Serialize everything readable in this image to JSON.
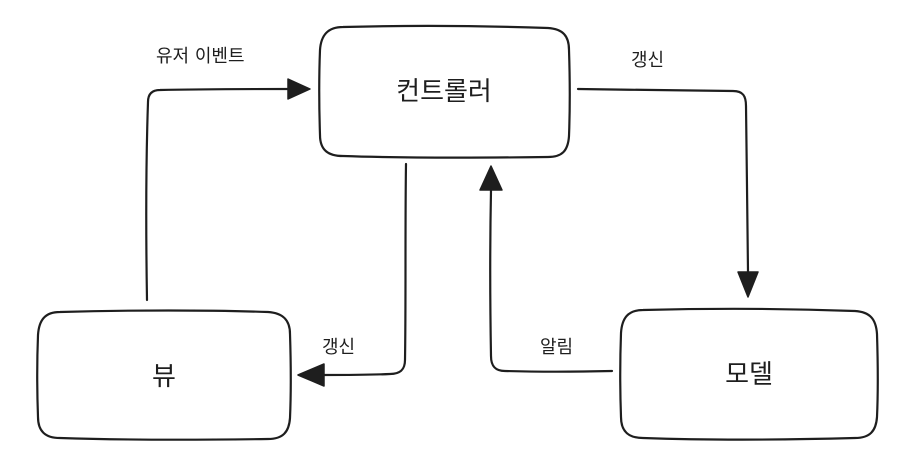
{
  "nodes": {
    "controller": "컨트롤러",
    "view": "뷰",
    "model": "모델"
  },
  "edges": {
    "view_to_controller": "유저 이벤트",
    "controller_to_model": "갱신",
    "controller_to_view": "갱신",
    "model_to_controller": "알림"
  },
  "colors": {
    "stroke": "#1e1e1e",
    "background": "#ffffff"
  }
}
